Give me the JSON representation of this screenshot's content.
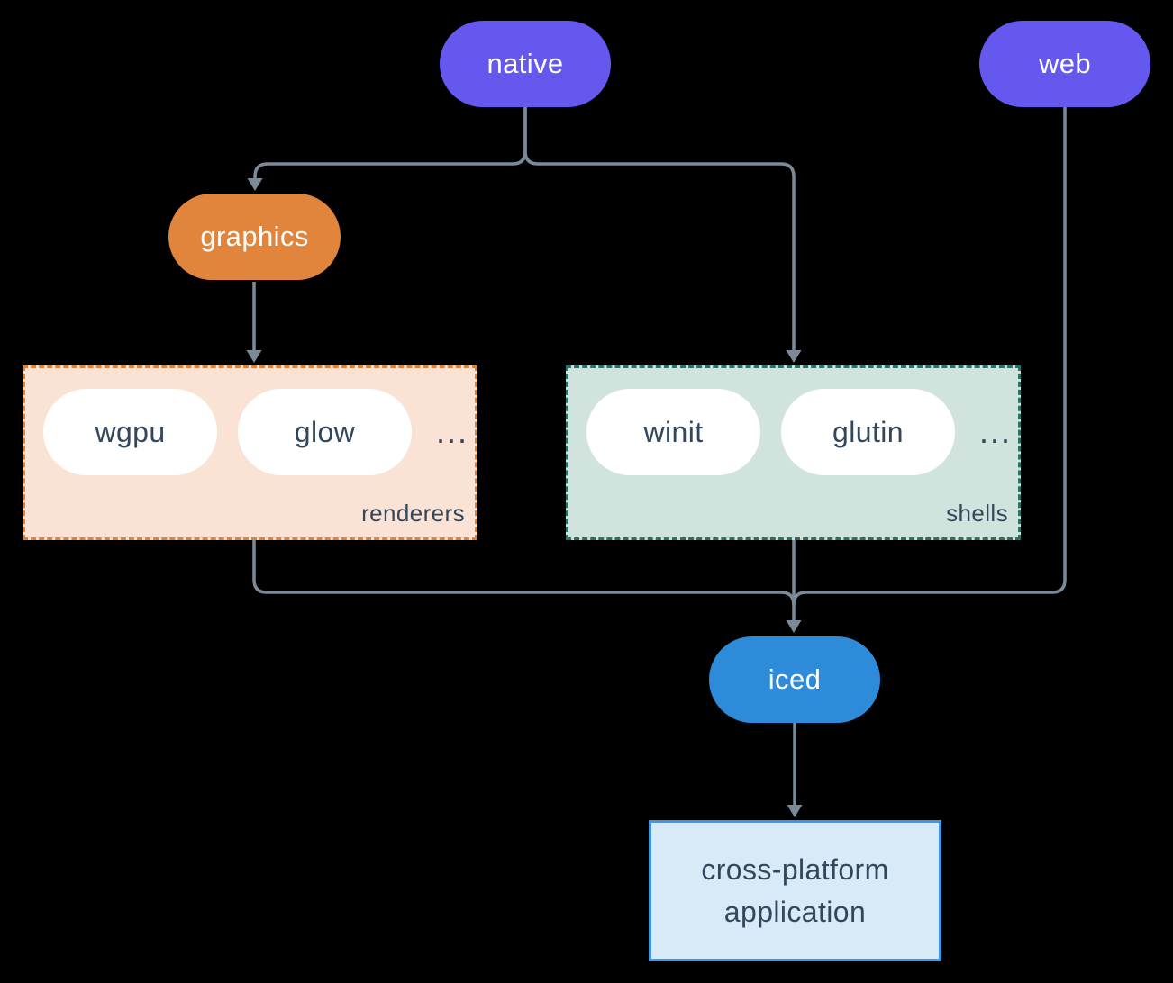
{
  "diagram": {
    "background_color": "#000000",
    "connector_color": "#7b8a99",
    "ink_color": "#33475c",
    "nodes": {
      "native": {
        "label": "native",
        "fill": "#6558ee",
        "text_color": "#ffffff"
      },
      "web": {
        "label": "web",
        "fill": "#6558ee",
        "text_color": "#ffffff"
      },
      "graphics": {
        "label": "graphics",
        "fill": "#e2853c",
        "text_color": "#ffffff"
      },
      "iced": {
        "label": "iced",
        "fill": "#2e8bd9",
        "text_color": "#ffffff"
      }
    },
    "groups": {
      "renderers": {
        "label": "renderers",
        "fill": "#fae3d5",
        "border_color": "#e0813a",
        "item_fill": "#ffffff",
        "items": [
          "wgpu",
          "glow"
        ],
        "ellipsis": "..."
      },
      "shells": {
        "label": "shells",
        "fill": "#d0e3dd",
        "border_color": "#2b7266",
        "item_fill": "#ffffff",
        "items": [
          "winit",
          "glutin"
        ],
        "ellipsis": "..."
      }
    },
    "application": {
      "line1": "cross-platform",
      "line2": "application",
      "fill": "#d8e9f8",
      "border_color": "#3f97e1"
    },
    "edges": [
      {
        "from": "native",
        "to": "graphics"
      },
      {
        "from": "native",
        "to": "shells"
      },
      {
        "from": "graphics",
        "to": "renderers"
      },
      {
        "from": "renderers",
        "to": "iced"
      },
      {
        "from": "shells",
        "to": "iced"
      },
      {
        "from": "web",
        "to": "iced"
      },
      {
        "from": "iced",
        "to": "application"
      }
    ]
  }
}
